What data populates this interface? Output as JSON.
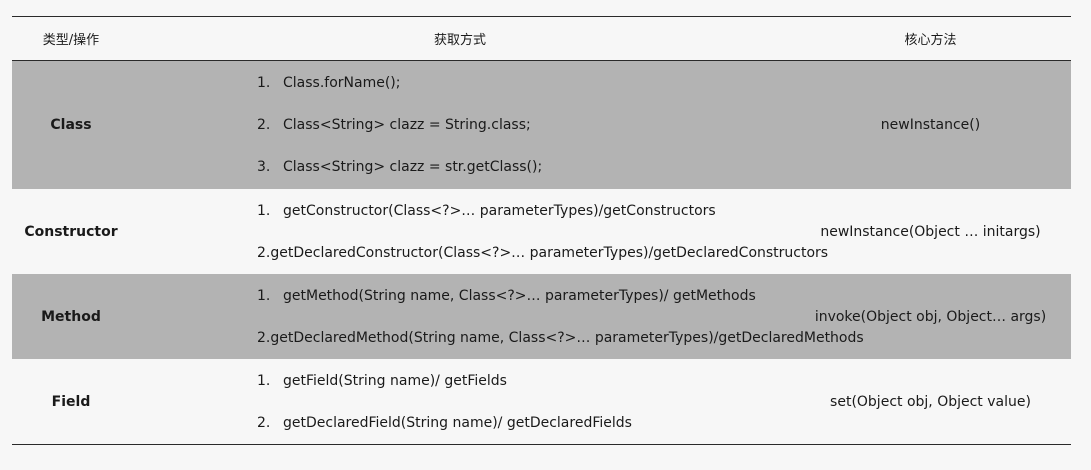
{
  "header": {
    "type": "类型/操作",
    "ways": "获取方式",
    "core": "核心方法"
  },
  "rows": [
    {
      "type": "Class",
      "ways": [
        {
          "num": "1.",
          "text": "Class.forName();"
        },
        {
          "num": "2.",
          "text": "Class<String> clazz = String.class;"
        },
        {
          "num": "3.",
          "text": "Class<String> clazz = str.getClass();"
        }
      ],
      "core": "newInstance()"
    },
    {
      "type": "Constructor",
      "ways": [
        {
          "num": "1.",
          "text": "getConstructor(Class<?>…  parameterTypes)/getConstructors"
        },
        {
          "num": "2.",
          "text": "getDeclaredConstructor(Class<?>…  parameterTypes)/getDeclaredConstructors"
        }
      ],
      "core": "newInstance(Object … initargs)"
    },
    {
      "type": "Method",
      "ways": [
        {
          "num": "1.",
          "text": "getMethod(String name, Class<?>… parameterTypes)/ getMethods"
        },
        {
          "num": "2.",
          "text": "getDeclaredMethod(String  name, Class<?>… parameterTypes)/getDeclaredMethods"
        }
      ],
      "core": "invoke(Object obj, Object… args)"
    },
    {
      "type": "Field",
      "ways": [
        {
          "num": "1.",
          "text": "getField(String name)/ getFields"
        },
        {
          "num": "2.",
          "text": "getDeclaredField(String  name)/ getDeclaredFields"
        }
      ],
      "core": "set(Object obj, Object value)"
    }
  ]
}
